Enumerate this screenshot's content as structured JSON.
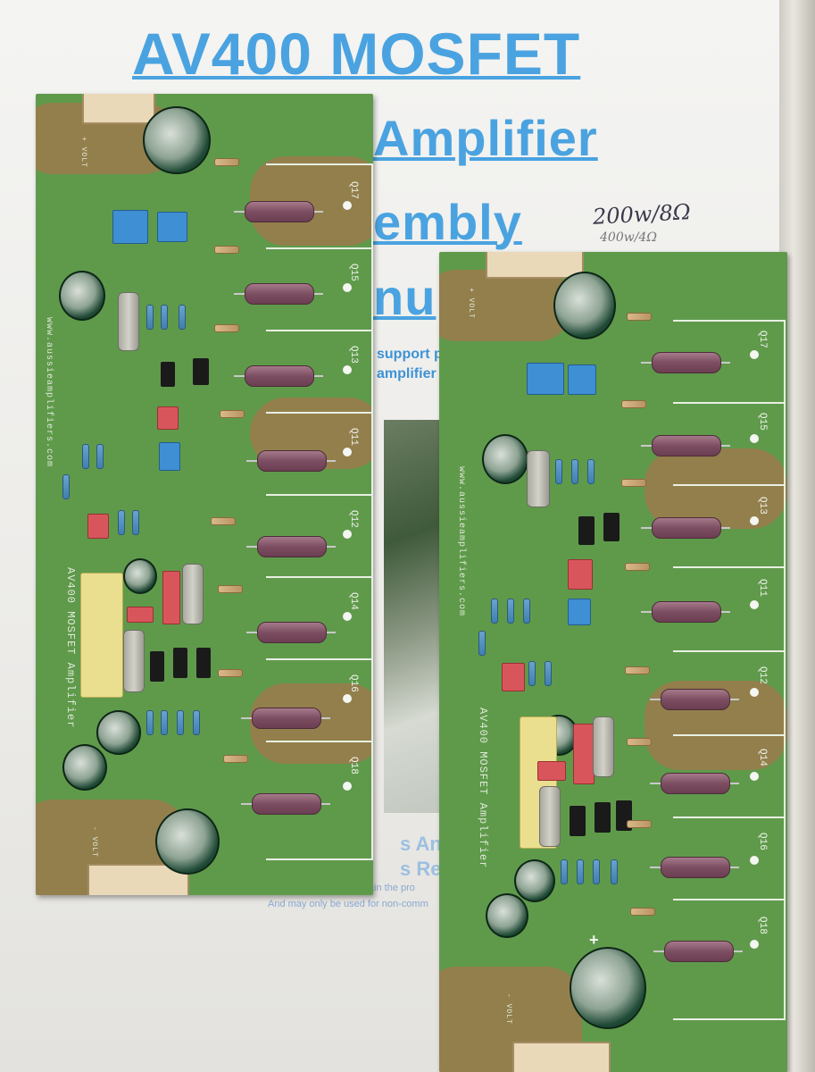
{
  "document": {
    "headline_lines": [
      "AV400 MOSFET",
      "Amplifier",
      "embly",
      "nu"
    ],
    "partial_subtext": [
      "support p",
      "amplifier"
    ],
    "footer_partial": [
      "s Anth",
      "s Rese"
    ],
    "footer_small": [
      "All Photos, Text and Schematics remain the pro",
      "And may only be used for non-comm"
    ],
    "handwriting": [
      "200w/8Ω",
      "400w/4Ω"
    ]
  },
  "boards": {
    "left": {
      "silk_title": "AV400 MOSFET Amplifier",
      "website": "www.aussieamplifiers.com",
      "transistor_labels": [
        "Q17",
        "Q15",
        "Q13",
        "Q11",
        "Q12",
        "Q14",
        "Q16",
        "Q18"
      ],
      "rail_labels": [
        "+ VOLT",
        "- VOLT"
      ]
    },
    "right": {
      "silk_title": "AV400 MOSFET Amplifier",
      "website": "www.aussieamplifiers.com",
      "transistor_labels": [
        "Q17",
        "Q15",
        "Q13",
        "Q11",
        "Q12",
        "Q14",
        "Q16",
        "Q18"
      ],
      "rail_labels": [
        "+ VOLT",
        "- VOLT"
      ],
      "plus_mark": "+"
    }
  },
  "colors": {
    "headline": "#4aa3e0",
    "pcb_green": "#5f9a4b",
    "copper": "#9c7a4c",
    "resistor": "#7d4e62"
  }
}
